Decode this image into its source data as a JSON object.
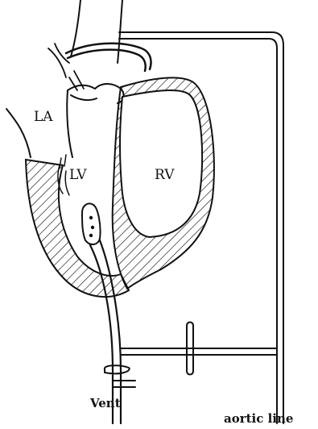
{
  "labels": {
    "la": "LA",
    "lv": "LV",
    "rv": "RV",
    "vent": "Vent",
    "aortic_line": "aortic line"
  },
  "colors": {
    "ink": "#111111",
    "background": "#ffffff"
  }
}
